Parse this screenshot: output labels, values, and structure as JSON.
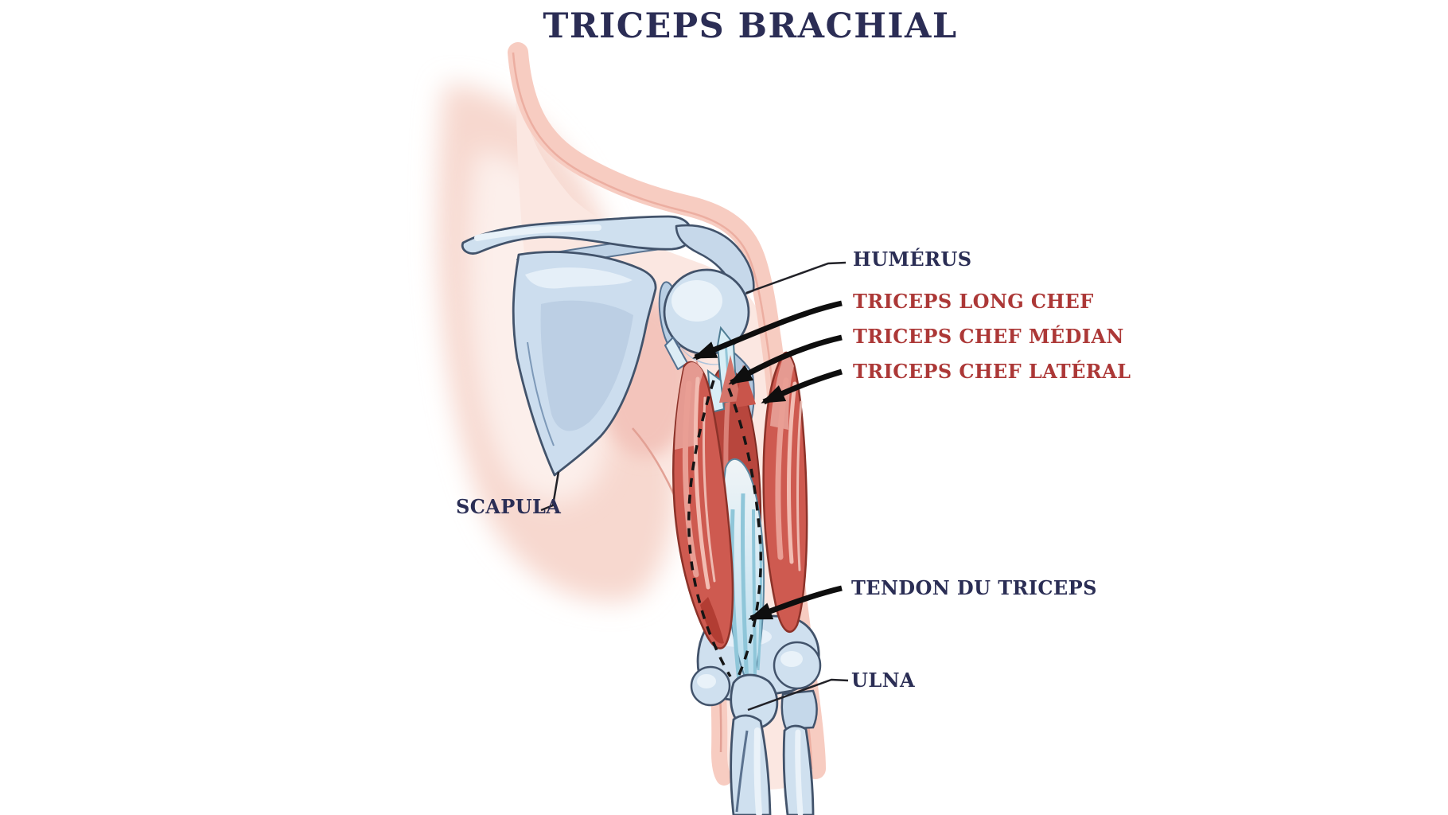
{
  "title": "TRICEPS BRACHIAL",
  "colors": {
    "title_navy": "#2b2d55",
    "bone_label_navy": "#2b2e55",
    "muscle_label_red": "#ac3837",
    "skin_band_peach": "#f7ccc1",
    "bone_blue": "#cfe0ef",
    "muscle_red": "#ce5a50",
    "tendon_blue": "#bfdfee",
    "leader_line_black": "#141414"
  },
  "labels": {
    "humerus": {
      "text": "HUMÉRUS",
      "type": "bone"
    },
    "triceps_long_chef": {
      "text": "TRICEPS LONG CHEF",
      "type": "muscle"
    },
    "triceps_chef_median": {
      "text": "TRICEPS CHEF MÉDIAN",
      "type": "muscle"
    },
    "triceps_chef_lateral": {
      "text": "TRICEPS CHEF LATÉRAL",
      "type": "muscle"
    },
    "scapula": {
      "text": "SCAPULA",
      "type": "bone"
    },
    "tendon_du_triceps": {
      "text": "TENDON DU TRICEPS",
      "type": "bone"
    },
    "ulna": {
      "text": "ULNA",
      "type": "bone"
    }
  }
}
